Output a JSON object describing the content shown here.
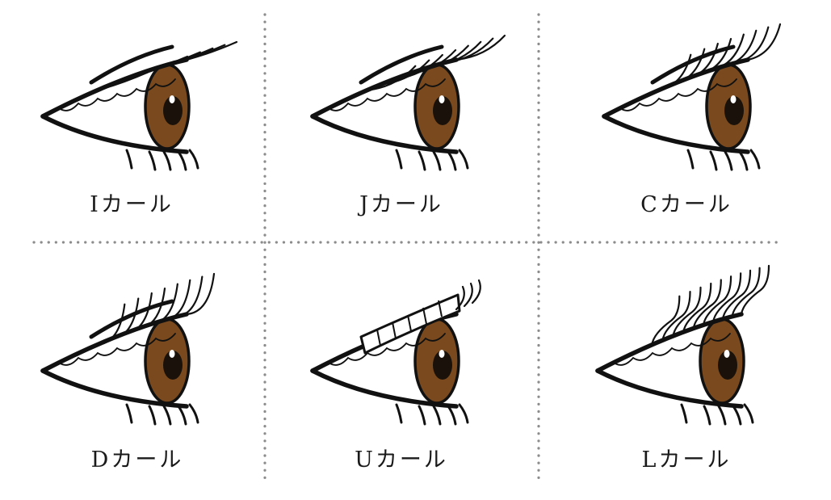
{
  "colors": {
    "background": "#ffffff",
    "iris": "#7a4a1e",
    "line": "#111111",
    "divider": "#8c8c8c"
  },
  "panels": [
    {
      "label": "Iカール",
      "curl": "I"
    },
    {
      "label": "Jカール",
      "curl": "J"
    },
    {
      "label": "Cカール",
      "curl": "C"
    },
    {
      "label": "Dカール",
      "curl": "D"
    },
    {
      "label": "Uカール",
      "curl": "U"
    },
    {
      "label": "Lカール",
      "curl": "L"
    }
  ]
}
